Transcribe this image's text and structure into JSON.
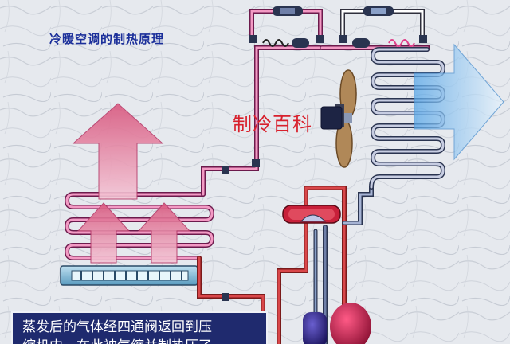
{
  "title": "冷暖空调的制热原理",
  "watermark": "制冷百科",
  "caption": {
    "line1": "蒸发后的气体经四通阀返回到压",
    "line2": "缩机内，在此被气缩并制热压了"
  }
}
